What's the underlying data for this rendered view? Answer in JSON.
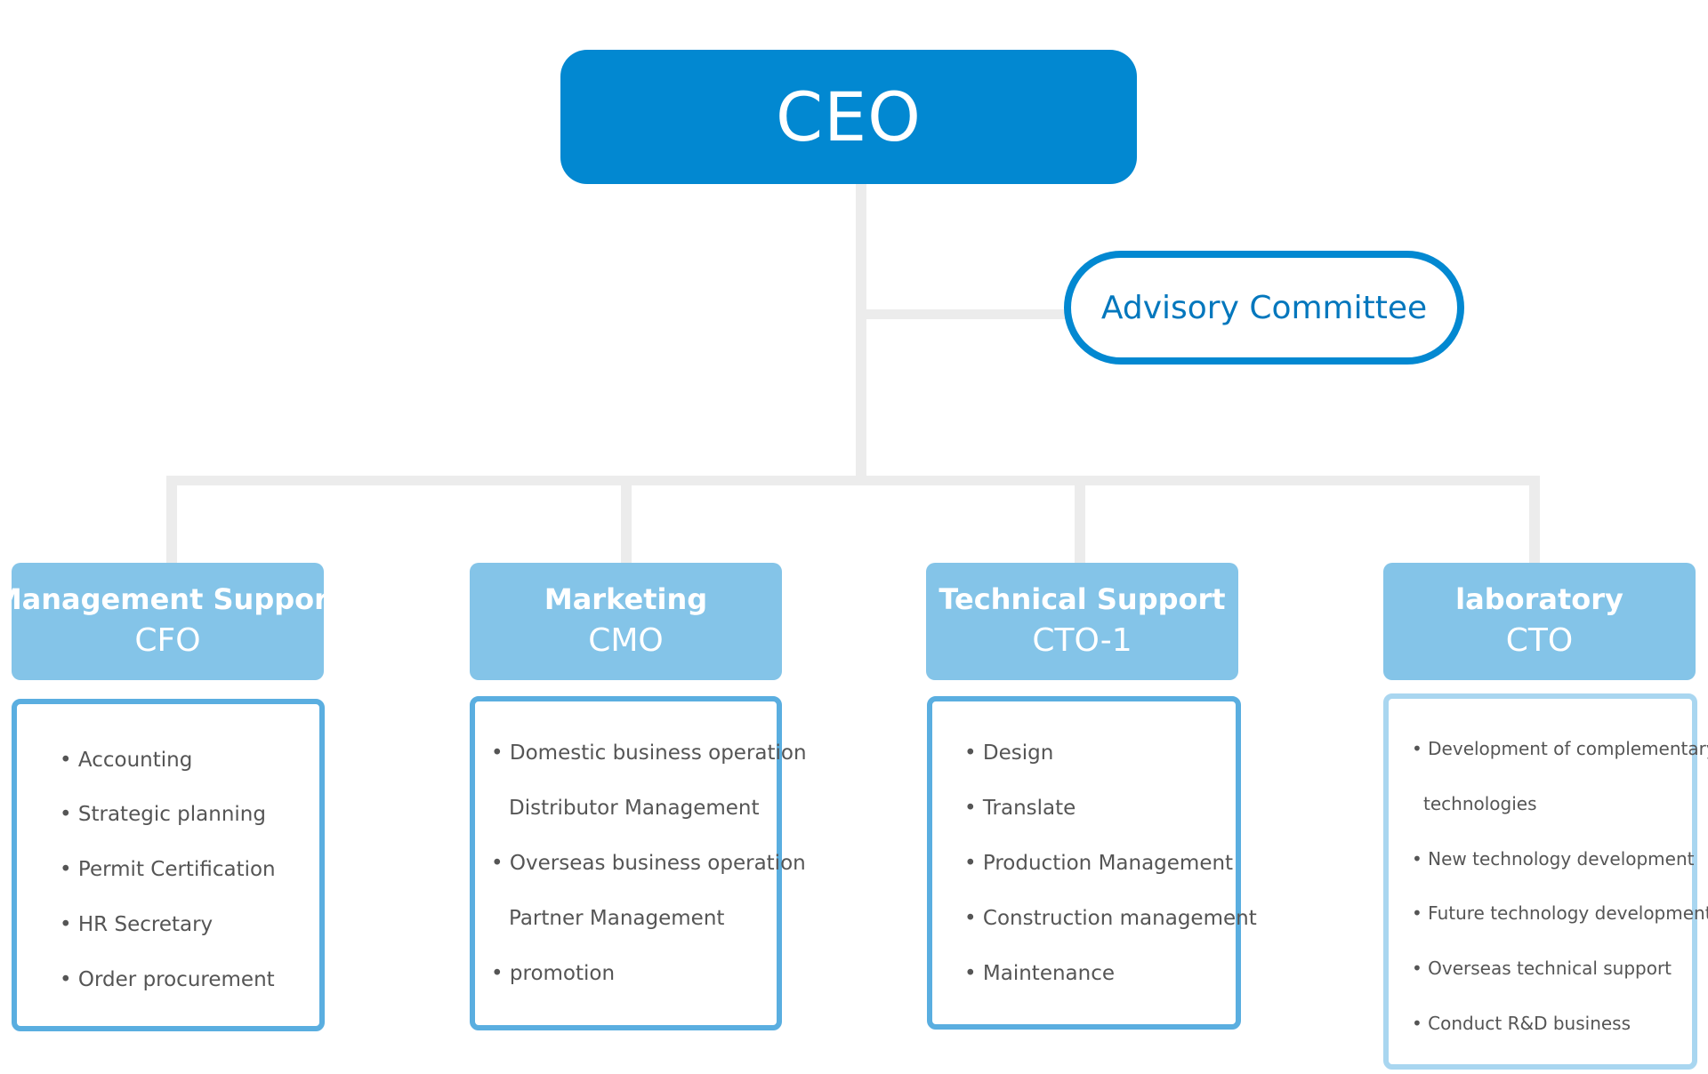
{
  "ceo": {
    "title": "CEO"
  },
  "advisory": {
    "title": "Advisory Committee"
  },
  "departments": [
    {
      "name": "Management Support",
      "role": "CFO",
      "items": [
        "Accounting",
        "Strategic planning",
        "Permit Certification",
        "HR Secretary",
        "Order procurement"
      ]
    },
    {
      "name": "Marketing",
      "role": "CMO",
      "items": [
        "Domestic business operation",
        "Distributor Management",
        "Overseas business operation",
        "Partner Management",
        "promotion"
      ]
    },
    {
      "name": "Technical Support",
      "role": "CTO-1",
      "items": [
        "Design",
        "Translate",
        "Production Management",
        "Construction management",
        "Maintenance"
      ]
    },
    {
      "name": "laboratory",
      "role": "CTO",
      "items": [
        "Development of complementary",
        "technologies",
        "New technology development",
        "Future technology development",
        "Overseas technical support",
        "Conduct R&D business"
      ]
    }
  ],
  "colors": {
    "ceo": "#0288d1",
    "advisory_border": "#0288d1",
    "dept_header": "#84c4e8",
    "list_border": "#5aaee0",
    "connector": "#ececec"
  }
}
